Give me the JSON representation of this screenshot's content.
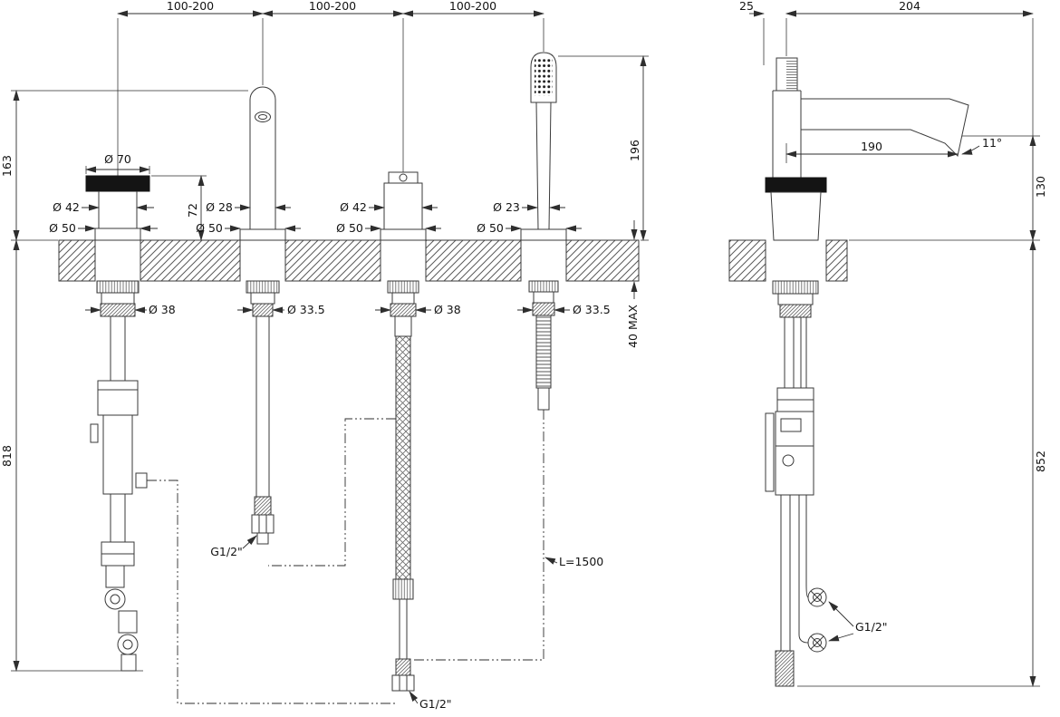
{
  "colors": {
    "background": "#ffffff",
    "line": "#3a3a3a",
    "solid_fill": "#141414"
  },
  "front_view": {
    "spacing_dims": [
      "100-200",
      "100-200",
      "100-200"
    ],
    "height_above_deck": "163",
    "depth_below_deck": "818",
    "deck_thickness_max": "40 MAX",
    "mixer": {
      "knob_height": "72",
      "knob_dia": "Ø 70",
      "body_dia": "Ø 42",
      "base_dia": "Ø 50",
      "shank_dia": "Ø 38"
    },
    "spout": {
      "body_dia": "Ø 28",
      "base_dia": "Ø 50",
      "shank_dia": "Ø 33.5",
      "inlet_thread": "G1/2\""
    },
    "diverter": {
      "body_dia": "Ø 42",
      "base_dia": "Ø 50",
      "shank_dia": "Ø 38",
      "outlet_thread": "G1/2\""
    },
    "handshower": {
      "height": "196",
      "body_dia": "Ø 23",
      "base_dia": "Ø 50",
      "shank_dia": "Ø 33.5",
      "hose_length": "L=1500"
    }
  },
  "side_view": {
    "handle_offset": "25",
    "overall_reach": "204",
    "spout_reach": "190",
    "spout_angle": "11°",
    "outlet_height": "130",
    "depth_below_deck": "852",
    "inlet_thread": "G1/2\""
  }
}
